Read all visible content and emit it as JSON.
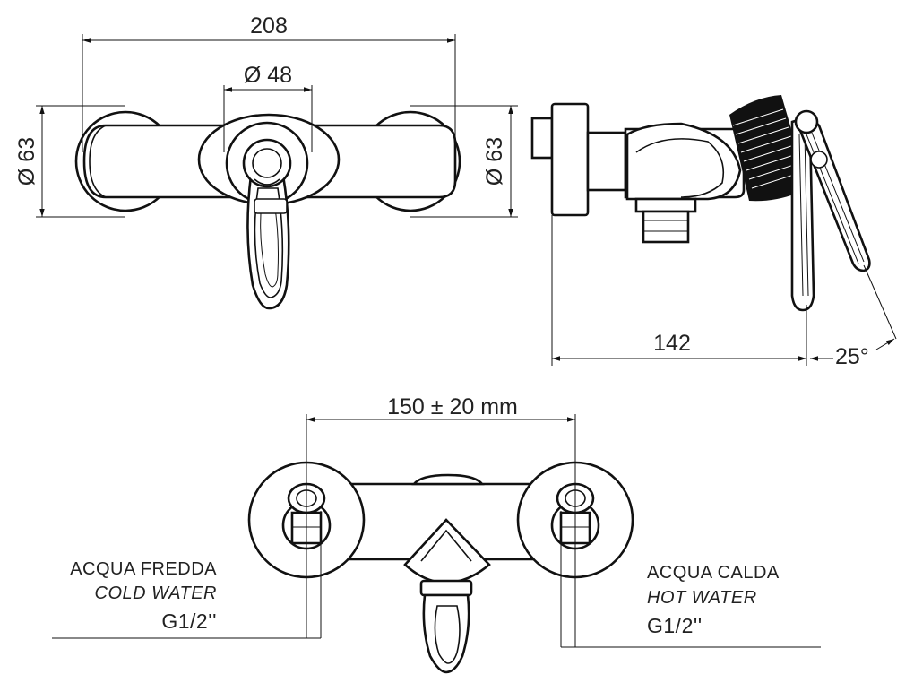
{
  "dimensions": {
    "overall_width": "208",
    "center_diameter": "Ø 48",
    "left_diameter": "Ø 63",
    "right_diameter": "Ø 63",
    "depth": "142",
    "lever_angle": "25°",
    "inlet_spacing": "150 ± 20 mm"
  },
  "labels": {
    "cold_it": "ACQUA FREDDA",
    "cold_en": "COLD WATER",
    "cold_thread": "G1/2''",
    "hot_it": "ACQUA CALDA",
    "hot_en": "HOT WATER",
    "hot_thread": "G1/2''"
  }
}
